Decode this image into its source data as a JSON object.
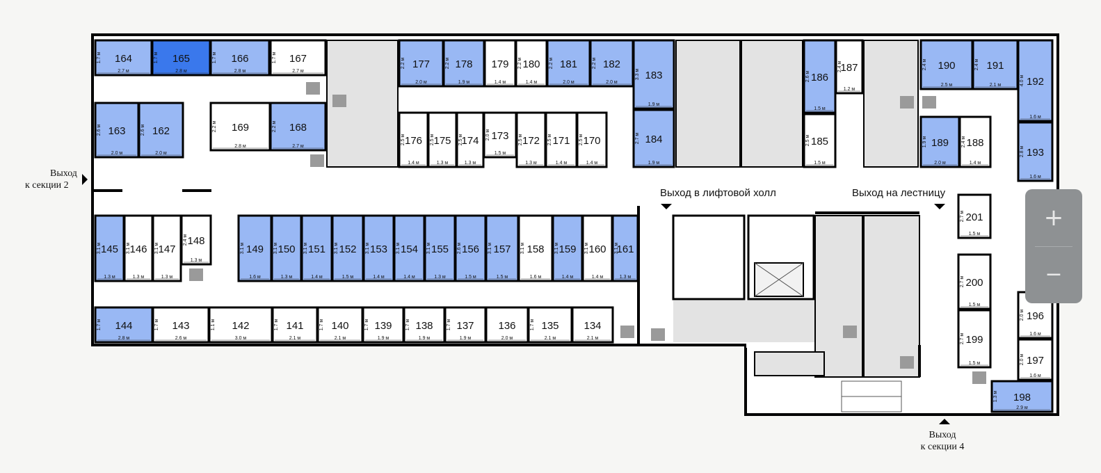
{
  "colors": {
    "available": "#99b8f4",
    "selected": "#3a78ec",
    "plain": "#ffffff",
    "common": "#e3e3e3",
    "wall": "#000000",
    "background": "#f6f6f4",
    "zoom_panel": "#8e9193"
  },
  "exits": {
    "section2": {
      "line1": "Выход",
      "line2": "к секции 2"
    },
    "section4": {
      "line1": "Выход",
      "line2": "к секции 4"
    },
    "lift_hall": "Выход в лифтовой холл",
    "stairs": "Выход на лестницу"
  },
  "zoom": {
    "plus": "+",
    "minus": "−"
  },
  "selected_unit": "165",
  "units": [
    {
      "num": "164",
      "status": "available",
      "dims": [
        "2.7 м",
        "1.7 м"
      ]
    },
    {
      "num": "165",
      "status": "selected",
      "dims": [
        "2.8 м",
        "1.7 м"
      ]
    },
    {
      "num": "166",
      "status": "available",
      "dims": [
        "2.8 м",
        "1.7 м"
      ]
    },
    {
      "num": "167",
      "status": "plain",
      "dims": [
        "2.7 м",
        "1.7 м"
      ]
    },
    {
      "num": "163",
      "status": "available",
      "dims": [
        "2.0 м",
        "2.6 м"
      ]
    },
    {
      "num": "162",
      "status": "available",
      "dims": [
        "2.0 м",
        "2.6 м"
      ]
    },
    {
      "num": "169",
      "status": "plain",
      "dims": [
        "2.8 м",
        "2.2 м"
      ]
    },
    {
      "num": "168",
      "status": "available",
      "dims": [
        "2.7 м",
        "2.2 м"
      ]
    },
    {
      "num": "177",
      "status": "available",
      "dims": [
        "2.0 м",
        "2.2 м"
      ]
    },
    {
      "num": "178",
      "status": "available",
      "dims": [
        "1.9 м",
        "2.2 м"
      ]
    },
    {
      "num": "179",
      "status": "plain",
      "dims": [
        "1.4 м"
      ]
    },
    {
      "num": "180",
      "status": "plain",
      "dims": [
        "1.4 м",
        "2.2 м"
      ]
    },
    {
      "num": "181",
      "status": "available",
      "dims": [
        "2.0 м",
        "2.2 м"
      ]
    },
    {
      "num": "182",
      "status": "available",
      "dims": [
        "2.0 м",
        "2.2 м"
      ]
    },
    {
      "num": "183",
      "status": "available",
      "dims": [
        "1.9 м",
        "3.3 м"
      ]
    },
    {
      "num": "184",
      "status": "available",
      "dims": [
        "1.9 м",
        "2.7 м"
      ]
    },
    {
      "num": "176",
      "status": "plain",
      "dims": [
        "1.4 м",
        "2.5 м"
      ]
    },
    {
      "num": "175",
      "status": "plain",
      "dims": [
        "1.3 м",
        "2.5 м"
      ]
    },
    {
      "num": "174",
      "status": "plain",
      "dims": [
        "1.3 м",
        "2.5 м"
      ]
    },
    {
      "num": "173",
      "status": "plain",
      "dims": [
        "1.5 м",
        "2.0 м"
      ]
    },
    {
      "num": "172",
      "status": "plain",
      "dims": [
        "1.3 м",
        "2.5 м"
      ]
    },
    {
      "num": "171",
      "status": "plain",
      "dims": [
        "1.4 м",
        "2.5 м"
      ]
    },
    {
      "num": "170",
      "status": "plain",
      "dims": [
        "1.4 м",
        "2.5 м"
      ]
    },
    {
      "num": "186",
      "status": "available",
      "dims": [
        "1.5 м",
        "2.6 м"
      ]
    },
    {
      "num": "187",
      "status": "plain",
      "dims": [
        "1.2 м",
        "2.4 м"
      ]
    },
    {
      "num": "185",
      "status": "plain",
      "dims": [
        "1.5 м",
        "2.5 м"
      ]
    },
    {
      "num": "190",
      "status": "available",
      "dims": [
        "2.5 м",
        "2.4 м"
      ]
    },
    {
      "num": "191",
      "status": "available",
      "dims": [
        "2.1 м",
        "2.4 м"
      ]
    },
    {
      "num": "192",
      "status": "available",
      "dims": [
        "1.6 м",
        "4.0 м"
      ]
    },
    {
      "num": "189",
      "status": "available",
      "dims": [
        "2.0 м",
        "1.9 м"
      ]
    },
    {
      "num": "188",
      "status": "plain",
      "dims": [
        "1.4 м",
        "2.4 м"
      ]
    },
    {
      "num": "193",
      "status": "available",
      "dims": [
        "1.6 м",
        "2.8 м"
      ]
    },
    {
      "num": "145",
      "status": "available",
      "dims": [
        "1.3 м",
        "3.1 м"
      ]
    },
    {
      "num": "146",
      "status": "plain",
      "dims": [
        "1.3 м",
        "3.1 м"
      ]
    },
    {
      "num": "147",
      "status": "plain",
      "dims": [
        "1.3 м",
        "3.1 м"
      ]
    },
    {
      "num": "148",
      "status": "plain",
      "dims": [
        "1.3 м",
        "2.4 м"
      ]
    },
    {
      "num": "149",
      "status": "available",
      "dims": [
        "1.6 м",
        "3.1 м"
      ]
    },
    {
      "num": "150",
      "status": "available",
      "dims": [
        "1.3 м",
        "3.1 м"
      ]
    },
    {
      "num": "151",
      "status": "available",
      "dims": [
        "1.4 м",
        "3.1 м"
      ]
    },
    {
      "num": "152",
      "status": "available",
      "dims": [
        "1.5 м",
        "3.1 м"
      ]
    },
    {
      "num": "153",
      "status": "available",
      "dims": [
        "1.4 м",
        "3.1 м"
      ]
    },
    {
      "num": "154",
      "status": "available",
      "dims": [
        "1.4 м",
        "3.1 м"
      ]
    },
    {
      "num": "155",
      "status": "available",
      "dims": [
        "1.3 м",
        "3.1 м"
      ]
    },
    {
      "num": "156",
      "status": "available",
      "dims": [
        "1.5 м",
        "2.6 м"
      ]
    },
    {
      "num": "157",
      "status": "available",
      "dims": [
        "1.5 м",
        "3.1 м"
      ]
    },
    {
      "num": "158",
      "status": "plain",
      "dims": [
        "1.6 м",
        "3.1 м"
      ]
    },
    {
      "num": "159",
      "status": "available",
      "dims": [
        "1.4 м",
        "3.1 м"
      ]
    },
    {
      "num": "160",
      "status": "plain",
      "dims": [
        "1.4 м",
        "3.1 м"
      ]
    },
    {
      "num": "161",
      "status": "available",
      "dims": [
        "1.3 м",
        "3.1 м"
      ]
    },
    {
      "num": "144",
      "status": "available",
      "dims": [
        "2.8 м",
        "1.7 м"
      ]
    },
    {
      "num": "143",
      "status": "plain",
      "dims": [
        "2.6 м",
        "1.7 м"
      ]
    },
    {
      "num": "142",
      "status": "plain",
      "dims": [
        "3.0 м",
        "1.1 м"
      ]
    },
    {
      "num": "141",
      "status": "plain",
      "dims": [
        "2.1 м",
        "1.7 м"
      ]
    },
    {
      "num": "140",
      "status": "plain",
      "dims": [
        "2.1 м",
        "1.7 м"
      ]
    },
    {
      "num": "139",
      "status": "plain",
      "dims": [
        "1.9 м",
        "1.7 м"
      ]
    },
    {
      "num": "138",
      "status": "plain",
      "dims": [
        "1.9 м",
        "1.7 м"
      ]
    },
    {
      "num": "137",
      "status": "plain",
      "dims": [
        "1.9 м",
        "1.7 м"
      ]
    },
    {
      "num": "136",
      "status": "plain",
      "dims": [
        "2.0 м"
      ]
    },
    {
      "num": "135",
      "status": "plain",
      "dims": [
        "2.1 м",
        "1.7 м"
      ]
    },
    {
      "num": "134",
      "status": "plain",
      "dims": [
        "2.1 м"
      ]
    },
    {
      "num": "201",
      "status": "plain",
      "dims": [
        "1.5 м",
        "2.7 м"
      ]
    },
    {
      "num": "200",
      "status": "plain",
      "dims": [
        "1.5 м",
        "2.7 м"
      ]
    },
    {
      "num": "199",
      "status": "plain",
      "dims": [
        "1.5 м",
        "2.7 м"
      ]
    },
    {
      "num": "196",
      "status": "plain",
      "dims": [
        "1.6 м",
        "2.0 м"
      ]
    },
    {
      "num": "197",
      "status": "plain",
      "dims": [
        "1.6 м",
        "2.0 м"
      ]
    },
    {
      "num": "198",
      "status": "available",
      "dims": [
        "2.9 м",
        "1.3 м"
      ]
    }
  ]
}
